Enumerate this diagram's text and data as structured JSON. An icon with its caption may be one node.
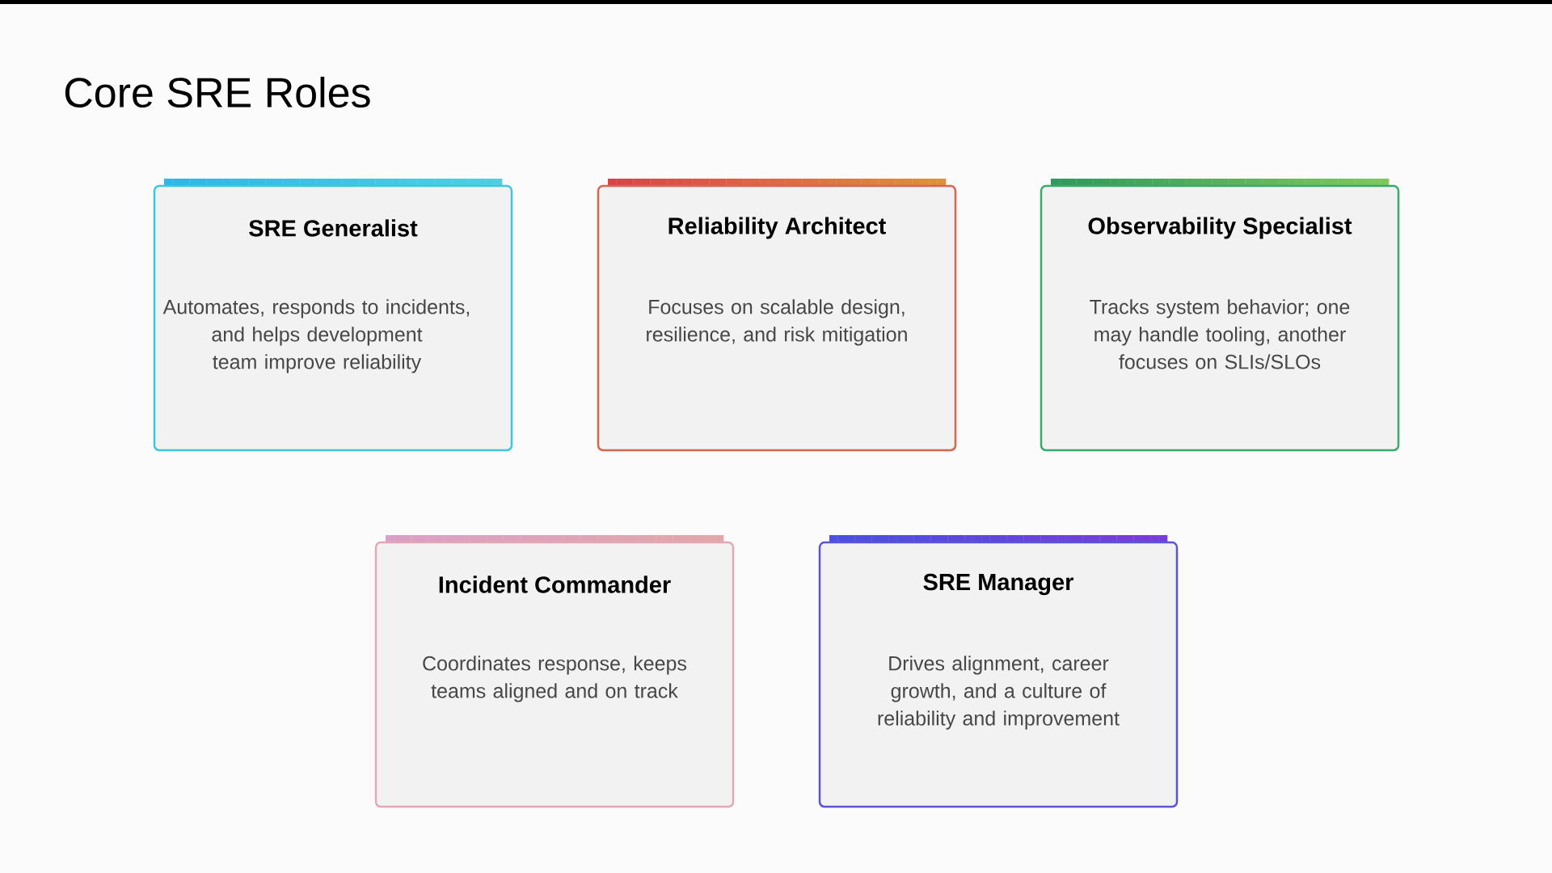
{
  "diagram": {
    "title": "Core SRE Roles",
    "nodes": [
      {
        "text": [
          "SRE Generalist",
          "Automates, responds to incidents, and helps development team improve reliability"
        ]
      },
      {
        "text": [
          "Reliability Architect",
          "Focuses on scalable design, resilience, and risk mitigation"
        ]
      },
      {
        "text": [
          "Observability Specialist",
          "Tracks system behavior; one may handle tooling, another focuses on SLIs/SLOs"
        ]
      },
      {
        "text": [
          "Incident Commander",
          "Coordinates response, keeps teams aligned and on track"
        ]
      },
      {
        "text": [
          "SRE Manager",
          "Drives alignment, career growth, and a culture of reliability and improvement"
        ]
      }
    ],
    "edges": []
  }
}
